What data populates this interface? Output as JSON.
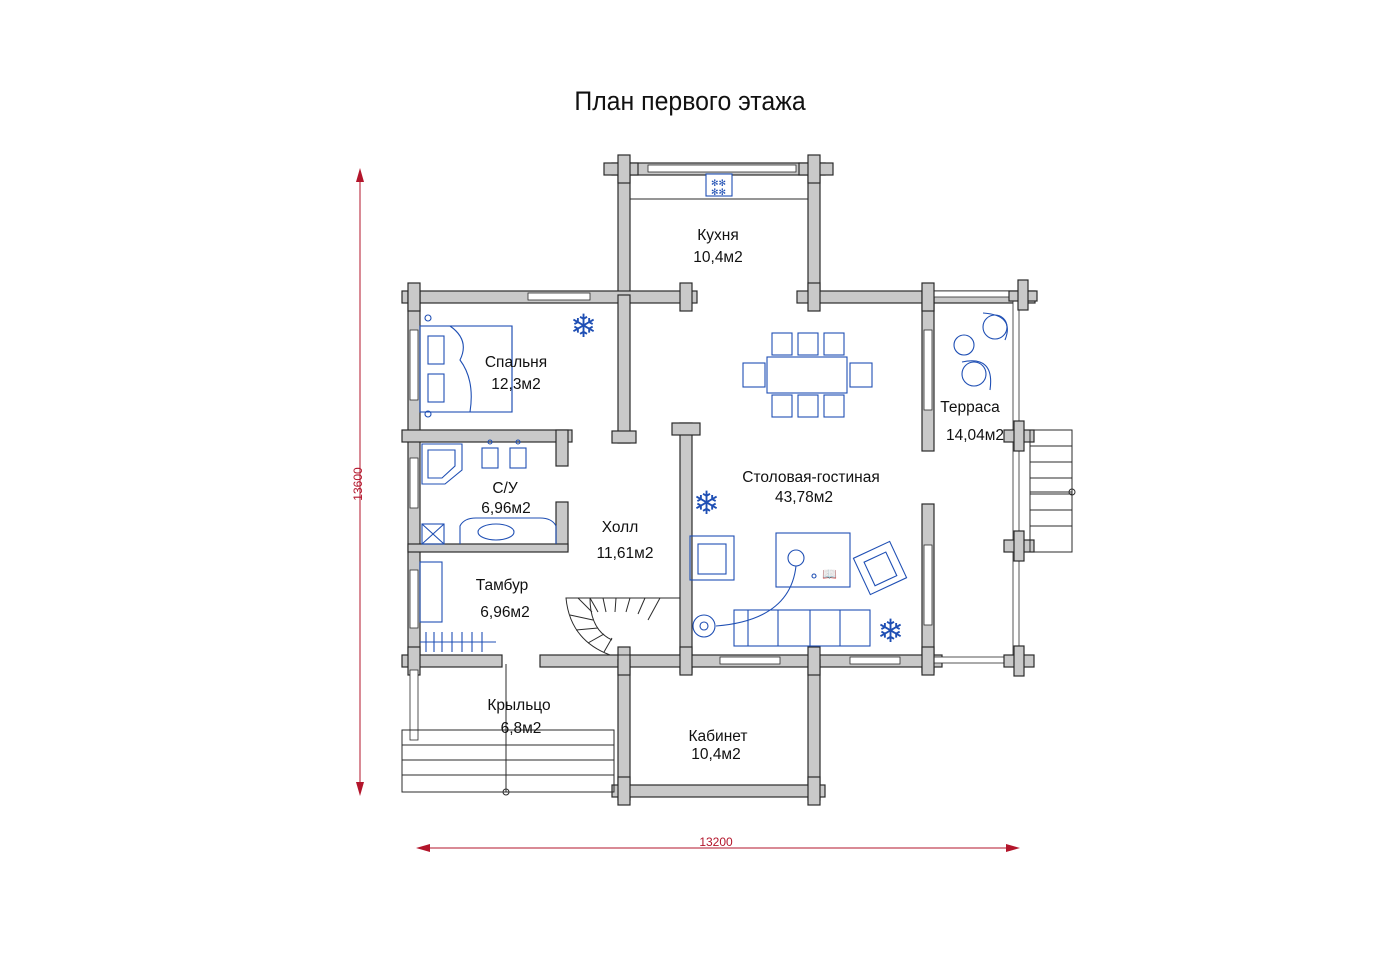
{
  "title": "План первого этажа",
  "rooms": [
    {
      "key": "kitchen",
      "name": "Кухня",
      "area": "10,4м2"
    },
    {
      "key": "bedroom",
      "name": "Спальня",
      "area": "12,3м2"
    },
    {
      "key": "dining",
      "name": "Столовая-гостиная",
      "area": "43,78м2"
    },
    {
      "key": "terrace",
      "name": "Терраса",
      "area": "14,04м2"
    },
    {
      "key": "bathroom",
      "name": "С/У",
      "area": "6,96м2"
    },
    {
      "key": "hall",
      "name": "Холл",
      "area": "11,61м2"
    },
    {
      "key": "vestibule",
      "name": "Тамбур",
      "area": "6,96м2"
    },
    {
      "key": "porch",
      "name": "Крыльцо",
      "area": "6,8м2"
    },
    {
      "key": "study",
      "name": "Кабинет",
      "area": "10,4м2"
    }
  ],
  "dimensions": {
    "width": "13200",
    "height": "13600"
  },
  "colors": {
    "wall": "#c9c9c9",
    "furniture": "#1f4fb4",
    "dimension": "#b3152b"
  }
}
